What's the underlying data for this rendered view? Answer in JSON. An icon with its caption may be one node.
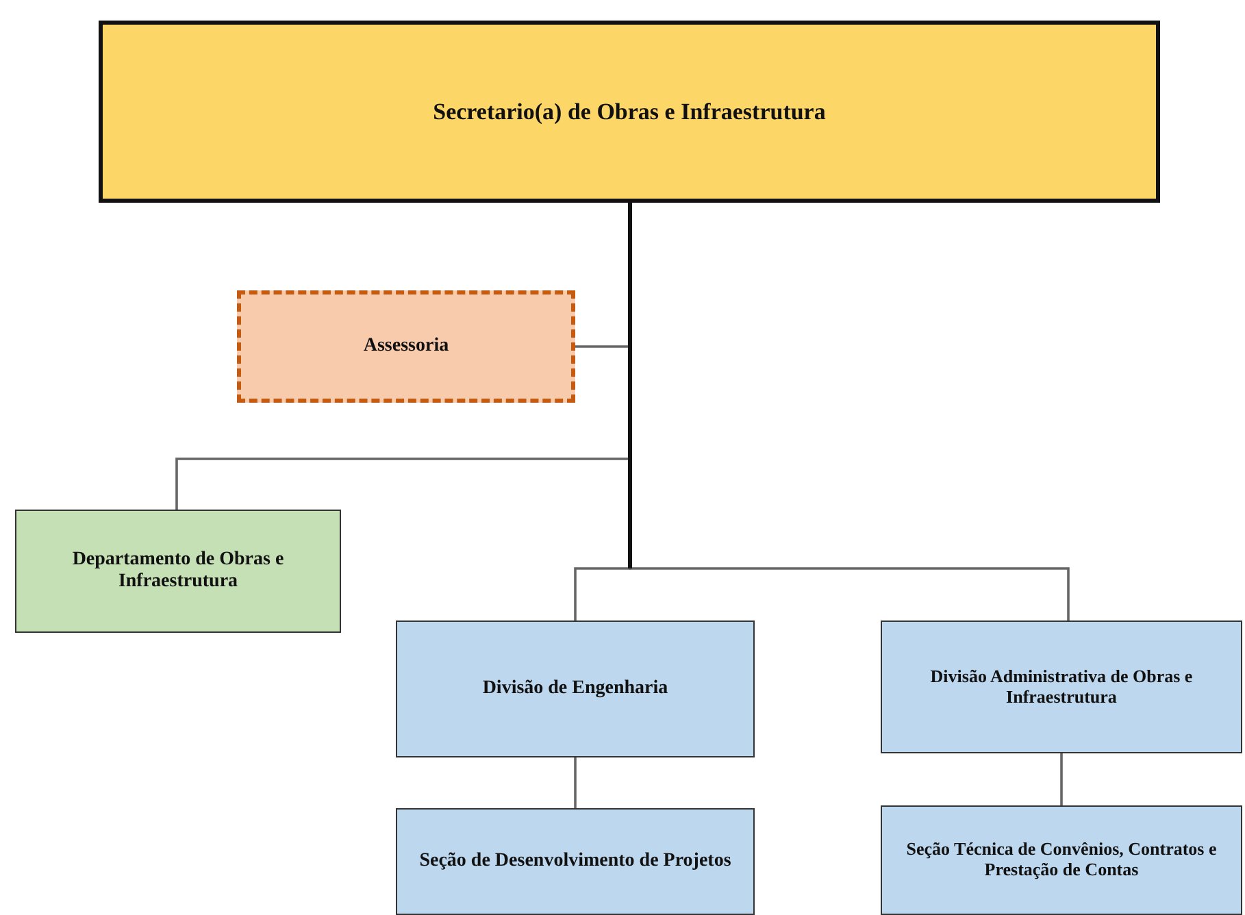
{
  "diagram": {
    "nodes": [
      {
        "text": [
          "Secretario(a) de Obras e Infraestrutura"
        ]
      },
      {
        "text": [
          "Assessoria"
        ]
      },
      {
        "text": [
          "Departamento de Obras e Infraestrutura"
        ]
      },
      {
        "text": [
          "Divisão de Engenharia"
        ]
      },
      {
        "text": [
          "Divisão Administrativa de Obras e Infraestrutura"
        ]
      },
      {
        "text": [
          "Seção de Desenvolvimento de Projetos"
        ]
      },
      {
        "text": [
          "Seção Técnica de Convênios, Contratos e Prestação de Contas"
        ]
      }
    ],
    "edges": [
      {
        "from": 0,
        "to": 1,
        "arrow": "none"
      },
      {
        "from": 0,
        "to": 2,
        "arrow": "none"
      },
      {
        "from": 0,
        "to": 3,
        "arrow": "none"
      },
      {
        "from": 0,
        "to": 4,
        "arrow": "none"
      },
      {
        "from": 3,
        "to": 5,
        "arrow": "none"
      },
      {
        "from": 4,
        "to": 6,
        "arrow": "none"
      }
    ]
  }
}
